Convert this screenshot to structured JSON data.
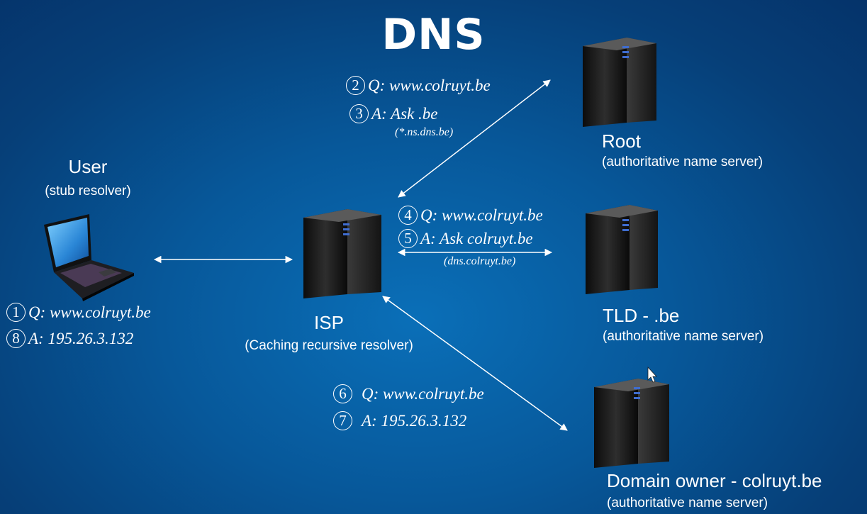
{
  "title": "DNS",
  "nodes": {
    "user": {
      "name": "User",
      "sub": "(stub resolver)"
    },
    "isp": {
      "name": "ISP",
      "sub": "(Caching recursive resolver)"
    },
    "root": {
      "name": "Root",
      "sub": "(authoritative name server)"
    },
    "tld": {
      "name": "TLD - .be",
      "sub": "(authoritative name server)"
    },
    "owner": {
      "name": "Domain owner - colruyt.be",
      "sub": "(authoritative name server)"
    }
  },
  "messages": {
    "m1": {
      "num": "1",
      "text": "Q: www.colruyt.be"
    },
    "m8": {
      "num": "8",
      "text": "A: 195.26.3.132"
    },
    "m2": {
      "num": "2",
      "text": "Q: www.colruyt.be"
    },
    "m3": {
      "num": "3",
      "text": "A: Ask .be"
    },
    "m3_note": "(*.ns.dns.be)",
    "m4": {
      "num": "4",
      "text": "Q: www.colruyt.be"
    },
    "m5": {
      "num": "5",
      "text": "A: Ask colruyt.be"
    },
    "m5_note": "(dns.colruyt.be)",
    "m6": {
      "num": "6",
      "text": "Q: www.colruyt.be"
    },
    "m7": {
      "num": "7",
      "text": "A: 195.26.3.132"
    }
  }
}
